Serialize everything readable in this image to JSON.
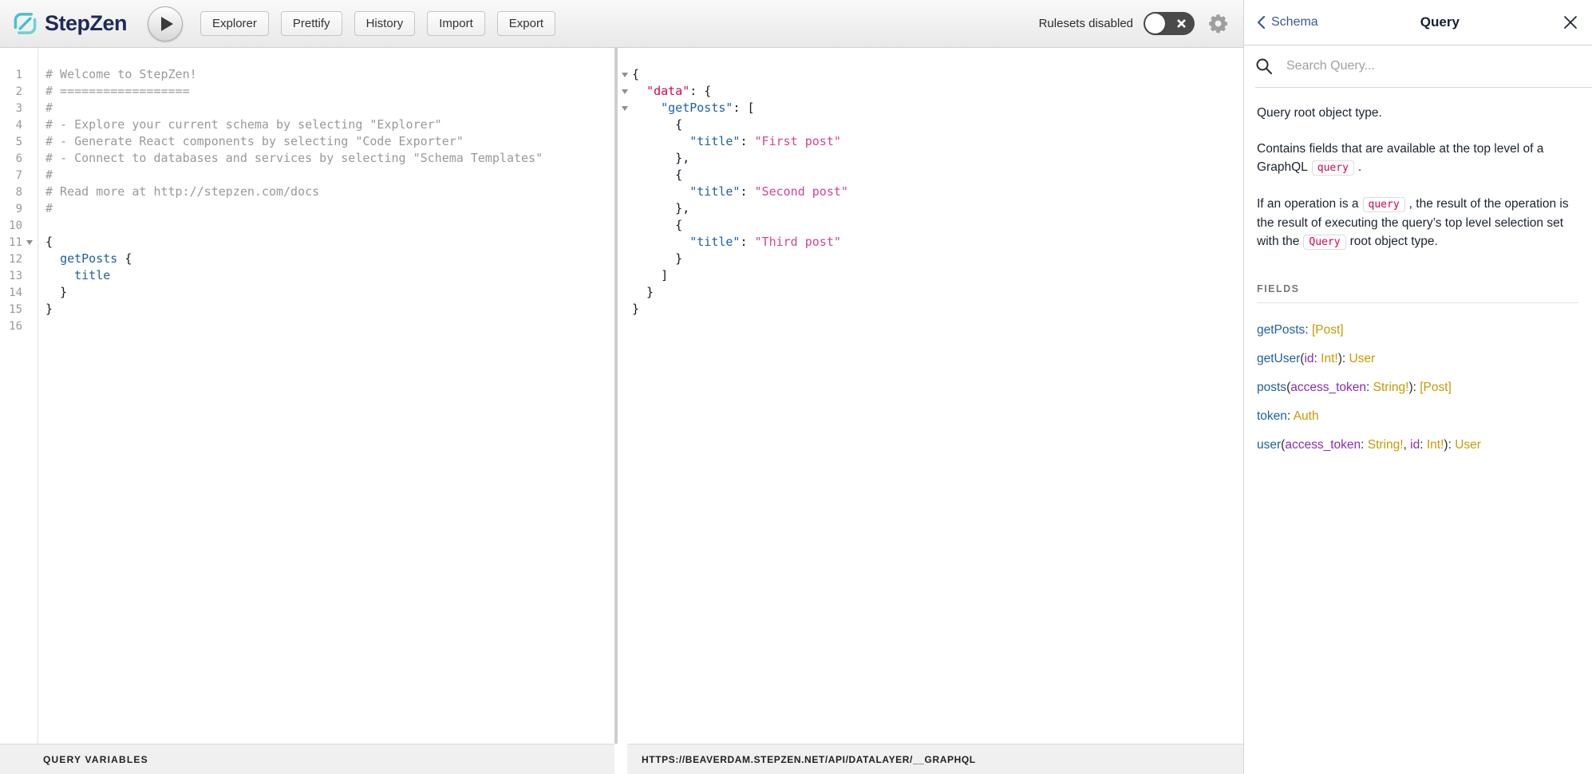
{
  "toolbar": {
    "logo_text": "StepZen",
    "buttons": [
      "Explorer",
      "Prettify",
      "History",
      "Import",
      "Export"
    ],
    "ruleset_label": "Rulesets disabled"
  },
  "editor": {
    "footer_label": "QUERY VARIABLES",
    "lines": [
      {
        "n": 1,
        "spans": [
          {
            "c": "cm",
            "t": "# Welcome to StepZen!"
          }
        ]
      },
      {
        "n": 2,
        "spans": [
          {
            "c": "cm",
            "t": "# =================="
          }
        ]
      },
      {
        "n": 3,
        "spans": [
          {
            "c": "cm",
            "t": "#"
          }
        ]
      },
      {
        "n": 4,
        "spans": [
          {
            "c": "cm",
            "t": "# - Explore your current schema by selecting \"Explorer\""
          }
        ]
      },
      {
        "n": 5,
        "spans": [
          {
            "c": "cm",
            "t": "# - Generate React components by selecting \"Code Exporter\""
          }
        ]
      },
      {
        "n": 6,
        "spans": [
          {
            "c": "cm",
            "t": "# - Connect to databases and services by selecting \"Schema Templates\""
          }
        ]
      },
      {
        "n": 7,
        "spans": [
          {
            "c": "cm",
            "t": "#"
          }
        ]
      },
      {
        "n": 8,
        "spans": [
          {
            "c": "cm",
            "t": "# Read more at http://stepzen.com/docs"
          }
        ]
      },
      {
        "n": 9,
        "spans": [
          {
            "c": "cm",
            "t": "#"
          }
        ]
      },
      {
        "n": 10,
        "spans": []
      },
      {
        "n": 11,
        "fold": true,
        "spans": [
          {
            "c": "pn",
            "t": "{"
          }
        ]
      },
      {
        "n": 12,
        "spans": [
          {
            "c": "pn",
            "t": "  "
          },
          {
            "c": "pr",
            "t": "getPosts"
          },
          {
            "c": "pn",
            "t": " {"
          }
        ]
      },
      {
        "n": 13,
        "spans": [
          {
            "c": "pn",
            "t": "    "
          },
          {
            "c": "pr",
            "t": "title"
          }
        ]
      },
      {
        "n": 14,
        "spans": [
          {
            "c": "pn",
            "t": "  }"
          }
        ]
      },
      {
        "n": 15,
        "spans": [
          {
            "c": "pn",
            "t": "}"
          }
        ]
      },
      {
        "n": 16,
        "spans": []
      }
    ]
  },
  "result": {
    "endpoint": "HTTPS://BEAVERDAM.STEPZEN.NET/API/DATALAYER/__GRAPHQL",
    "lines": [
      {
        "fold": true,
        "spans": [
          {
            "c": "pn",
            "t": "{"
          }
        ]
      },
      {
        "fold": true,
        "spans": [
          {
            "c": "pn",
            "t": "  "
          },
          {
            "c": "df",
            "t": "\"data\""
          },
          {
            "c": "pn",
            "t": ": {"
          }
        ]
      },
      {
        "fold": true,
        "spans": [
          {
            "c": "pn",
            "t": "    "
          },
          {
            "c": "pr",
            "t": "\"getPosts\""
          },
          {
            "c": "pn",
            "t": ": ["
          }
        ]
      },
      {
        "spans": [
          {
            "c": "pn",
            "t": "      {"
          }
        ]
      },
      {
        "spans": [
          {
            "c": "pn",
            "t": "        "
          },
          {
            "c": "pr",
            "t": "\"title\""
          },
          {
            "c": "pn",
            "t": ": "
          },
          {
            "c": "st",
            "t": "\"First post\""
          }
        ]
      },
      {
        "spans": [
          {
            "c": "pn",
            "t": "      },"
          }
        ]
      },
      {
        "spans": [
          {
            "c": "pn",
            "t": "      {"
          }
        ]
      },
      {
        "spans": [
          {
            "c": "pn",
            "t": "        "
          },
          {
            "c": "pr",
            "t": "\"title\""
          },
          {
            "c": "pn",
            "t": ": "
          },
          {
            "c": "st",
            "t": "\"Second post\""
          }
        ]
      },
      {
        "spans": [
          {
            "c": "pn",
            "t": "      },"
          }
        ]
      },
      {
        "spans": [
          {
            "c": "pn",
            "t": "      {"
          }
        ]
      },
      {
        "spans": [
          {
            "c": "pn",
            "t": "        "
          },
          {
            "c": "pr",
            "t": "\"title\""
          },
          {
            "c": "pn",
            "t": ": "
          },
          {
            "c": "st",
            "t": "\"Third post\""
          }
        ]
      },
      {
        "spans": [
          {
            "c": "pn",
            "t": "      }"
          }
        ]
      },
      {
        "spans": [
          {
            "c": "pn",
            "t": "    ]"
          }
        ]
      },
      {
        "spans": [
          {
            "c": "pn",
            "t": "  }"
          }
        ]
      },
      {
        "spans": [
          {
            "c": "pn",
            "t": "}"
          }
        ]
      }
    ]
  },
  "doc_panel": {
    "back_label": "Schema",
    "title": "Query",
    "search_placeholder": "Search Query...",
    "description": [
      {
        "parts": [
          {
            "t": "Query root object type."
          }
        ]
      },
      {
        "parts": [
          {
            "t": "Contains fields that are available at the top level of a GraphQL"
          },
          {
            "code": "query"
          },
          {
            "t": "."
          }
        ]
      },
      {
        "parts": [
          {
            "t": "If an operation is a"
          },
          {
            "code": "query"
          },
          {
            "t": ", the result of the operation is the result of executing the query’s top level selection set with the"
          },
          {
            "code": "Query"
          },
          {
            "t": "root object type."
          }
        ]
      }
    ],
    "fields_title": "FIELDS",
    "fields": [
      {
        "parts": [
          {
            "c": "fn",
            "t": "getPosts"
          },
          {
            "c": "pu",
            "t": ": "
          },
          {
            "c": "ty",
            "t": "[Post]"
          }
        ]
      },
      {
        "parts": [
          {
            "c": "fn",
            "t": "getUser"
          },
          {
            "c": "pu",
            "t": "("
          },
          {
            "c": "an",
            "t": "id"
          },
          {
            "c": "pu",
            "t": ": "
          },
          {
            "c": "ty",
            "t": "Int!"
          },
          {
            "c": "pu",
            "t": "): "
          },
          {
            "c": "ty",
            "t": "User"
          }
        ]
      },
      {
        "parts": [
          {
            "c": "fn",
            "t": "posts"
          },
          {
            "c": "pu",
            "t": "("
          },
          {
            "c": "an",
            "t": "access_token"
          },
          {
            "c": "pu",
            "t": ": "
          },
          {
            "c": "ty",
            "t": "String!"
          },
          {
            "c": "pu",
            "t": "): "
          },
          {
            "c": "ty",
            "t": "[Post]"
          }
        ]
      },
      {
        "parts": [
          {
            "c": "fn",
            "t": "token"
          },
          {
            "c": "pu",
            "t": ": "
          },
          {
            "c": "ty",
            "t": "Auth"
          }
        ]
      },
      {
        "parts": [
          {
            "c": "fn",
            "t": "user"
          },
          {
            "c": "pu",
            "t": "("
          },
          {
            "c": "an",
            "t": "access_token"
          },
          {
            "c": "pu",
            "t": ": "
          },
          {
            "c": "ty",
            "t": "String!"
          },
          {
            "c": "pu",
            "t": ", "
          },
          {
            "c": "an",
            "t": "id"
          },
          {
            "c": "pu",
            "t": ": "
          },
          {
            "c": "ty",
            "t": "Int!"
          },
          {
            "c": "pu",
            "t": "): "
          },
          {
            "c": "ty",
            "t": "User"
          }
        ]
      }
    ]
  },
  "colors": {
    "brand_teal": "#45C2CA",
    "logo_navy": "#1D2B5A",
    "field_blue": "#1F61A0",
    "type_gold": "#CA9800",
    "arg_purple": "#8B2BB9",
    "string_pink": "#D64292",
    "root_key_red": "#D2054E",
    "comment_gray": "#999999",
    "back_link_blue": "#3B5998"
  }
}
